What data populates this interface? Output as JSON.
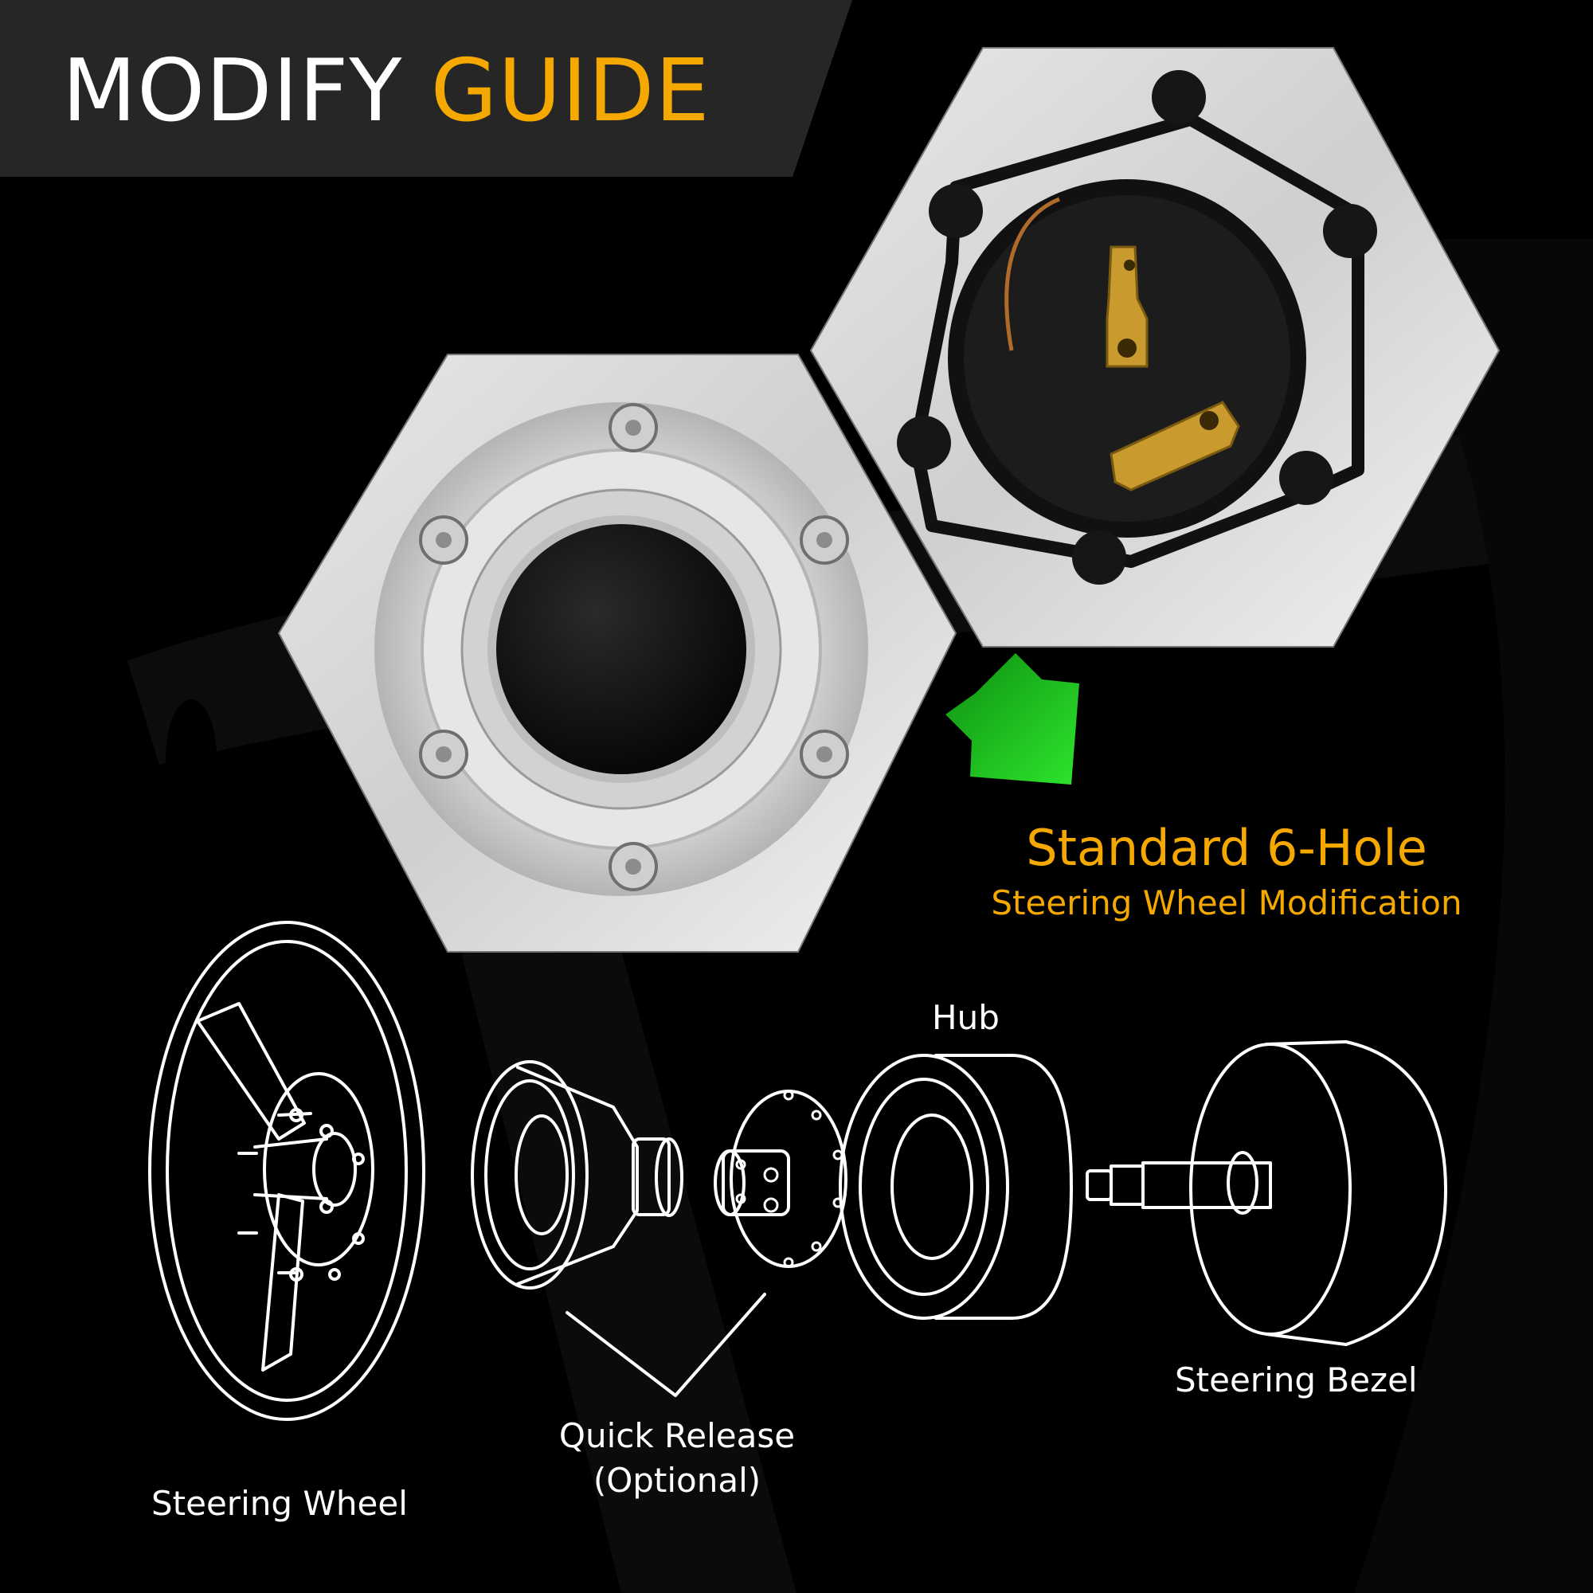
{
  "header": {
    "title_white": "MODIFY ",
    "title_accent": "GUIDE"
  },
  "headline": {
    "title": "Standard 6-Hole",
    "subtitle": "Steering Wheel Modification"
  },
  "diagram": {
    "labels": {
      "hub": "Hub",
      "steering_wheel": "Steering Wheel",
      "quick_release_1": "Quick Release",
      "quick_release_2": "(Optional)",
      "steering_bezel": "Steering Bezel"
    }
  },
  "colors": {
    "accent": "#f5a800",
    "arrow": "#27d626",
    "banner": "#262626",
    "background": "#000000",
    "line_art": "#ffffff"
  },
  "icons": [
    "arrow-down-right-icon"
  ]
}
